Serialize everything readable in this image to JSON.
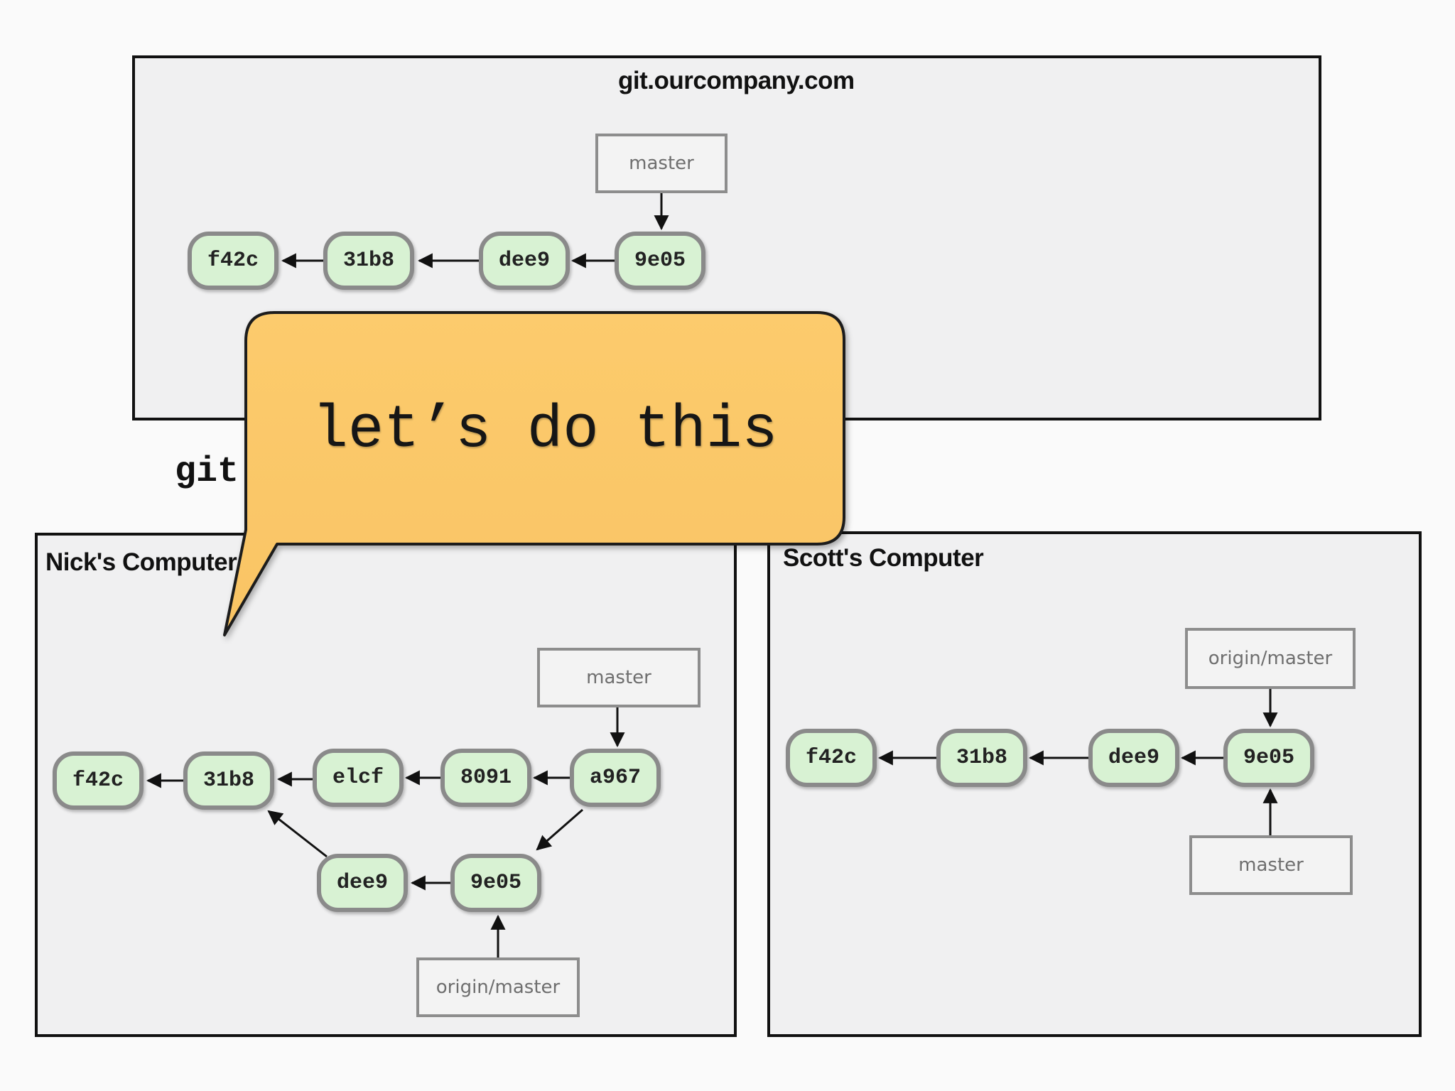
{
  "server": {
    "title": "git.ourcompany.com",
    "branch": "master",
    "commits": [
      "f42c",
      "31b8",
      "dee9",
      "9e05"
    ]
  },
  "command_partial": "git",
  "nick": {
    "title": "Nick's Computer",
    "branch": "master",
    "remote_branch": "origin/master",
    "commits": [
      "f42c",
      "31b8",
      "elcf",
      "8091",
      "a967",
      "dee9",
      "9e05"
    ]
  },
  "scott": {
    "title": "Scott's Computer",
    "remote_branch": "origin/master",
    "branch": "master",
    "commits": [
      "f42c",
      "31b8",
      "dee9",
      "9e05"
    ]
  },
  "callout": {
    "text": "let’s do this",
    "fill_color": "#fbc96a",
    "stroke_color": "#1a1a1a"
  },
  "colors": {
    "commit_fill": "#d8f2d3",
    "commit_border": "#8a8a8a",
    "panel_bg": "#f0f0f1"
  }
}
